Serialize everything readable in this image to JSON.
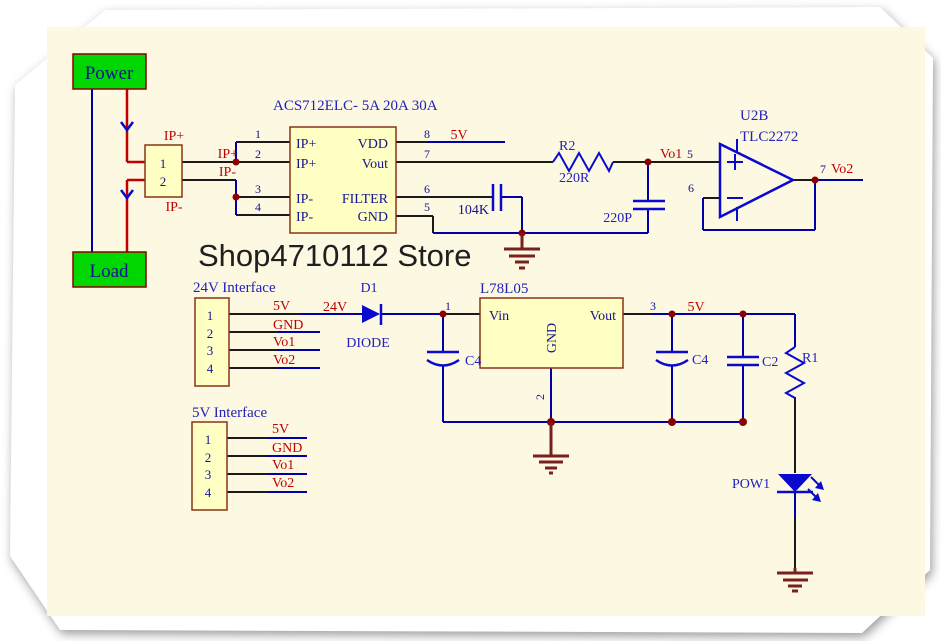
{
  "watermark": "Shop4710112 Store",
  "power": {
    "source_label": "Power",
    "load_label": "Load"
  },
  "nets": {
    "v5": "5V",
    "v24": "24V",
    "gnd": "GND",
    "vo1": "Vo1",
    "vo2": "Vo2",
    "ip_plus": "IP+",
    "ip_minus": "IP-"
  },
  "input_connector": {
    "pin1": "1",
    "pin2": "2"
  },
  "acs712": {
    "title": "ACS712ELC- 5A 20A 30A",
    "left_names": [
      "IP+",
      "IP+",
      "IP-",
      "IP-"
    ],
    "left_numbers": [
      "1",
      "2",
      "3",
      "4"
    ],
    "right_names": [
      "VDD",
      "Vout",
      "FILTER",
      "GND"
    ],
    "right_numbers": [
      "8",
      "7",
      "6",
      "5"
    ]
  },
  "r2": {
    "ref": "R2",
    "value": "220R"
  },
  "filter_cap": {
    "value": "104K"
  },
  "output_cap": {
    "value": "220P"
  },
  "opamp": {
    "ref": "U2B",
    "part": "TLC2272",
    "pin_noninv": "5",
    "pin_inv": "6",
    "pin_out": "7"
  },
  "iface24": {
    "title": "24V Interface",
    "pins": [
      "1",
      "2",
      "3",
      "4"
    ]
  },
  "diode": {
    "ref": "D1",
    "part": "DIODE"
  },
  "regulator": {
    "part": "L78L05",
    "vin": "Vin",
    "vout": "Vout",
    "gnd": "GND",
    "pin_in": "1",
    "pin_gnd": "2",
    "pin_out": "3"
  },
  "caps": {
    "c4": "C4",
    "c2": "C2"
  },
  "r1": {
    "ref": "R1"
  },
  "led": {
    "ref": "POW1"
  },
  "iface5": {
    "title": "5V Interface",
    "pins": [
      "1",
      "2",
      "3",
      "4"
    ]
  },
  "colors": {
    "sheet": "#FCF8E2",
    "component_fill": "#FFFFC4",
    "component_stroke": "#8A3318",
    "wire_blue": "#0000A8",
    "wire_red": "#C00000",
    "wire_black": "#1A1A1A",
    "symbol_blue": "#0A0ACE",
    "label_red": "#C00000",
    "label_blue": "#2222B8",
    "pin_navy": "#14148E",
    "junction": "#8B0000",
    "ground": "#7A1F1F",
    "green_box": "#00D600"
  }
}
